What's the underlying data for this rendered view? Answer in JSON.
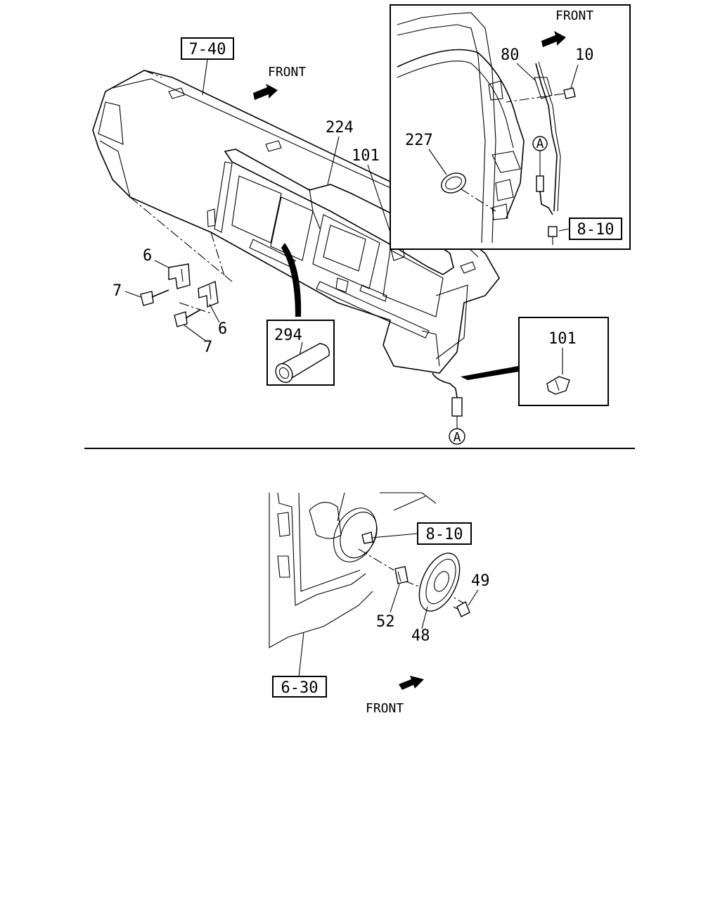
{
  "top_section": {
    "ref_main": "7-40",
    "front_label": "FRONT",
    "callouts": {
      "c224": "224",
      "c101": "101",
      "c6a": "6",
      "c7a": "7",
      "c6b": "6",
      "c7b": "7",
      "c294": "294",
      "marker_a": "A"
    },
    "detail_101": {
      "label": "101"
    }
  },
  "inset": {
    "front_label": "FRONT",
    "callouts": {
      "c80": "80",
      "c10": "10",
      "c227": "227",
      "marker_a": "A"
    },
    "ref": "8-10"
  },
  "bottom_section": {
    "ref_door": "6-30",
    "ref_speaker": "8-10",
    "front_label": "FRONT",
    "callouts": {
      "c49": "49",
      "c52": "52",
      "c48": "48"
    }
  }
}
